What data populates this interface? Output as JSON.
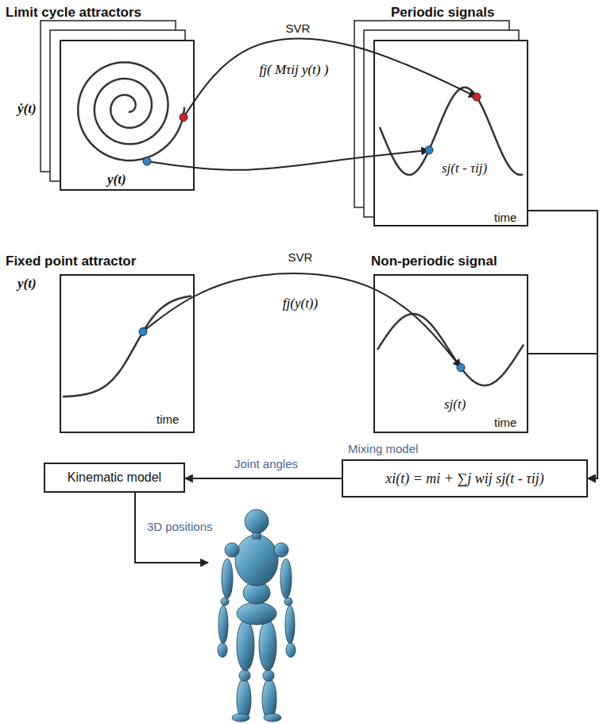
{
  "diagram": {
    "nodes": [
      {
        "text": [
          "Limit cycle attractors",
          "ẏ(t)",
          "y(t)"
        ]
      },
      {
        "text": [
          "Periodic signals",
          "sj(t - τij)",
          "time"
        ]
      },
      {
        "text": [
          "Fixed point attractor",
          "y(t)",
          "time"
        ]
      },
      {
        "text": [
          "Non-periodic signal",
          "sj(t)",
          "time"
        ]
      },
      {
        "text": [
          "Mixing model",
          "xi(t) = mi + ∑j wij sj(t - τij)"
        ]
      },
      {
        "text": [
          "Kinematic model"
        ]
      }
    ],
    "edges": [
      {
        "from": 0,
        "to": 1,
        "arrow": "to",
        "label": "SVR"
      },
      {
        "from": 0,
        "to": 1,
        "arrow": "to"
      },
      {
        "from": 2,
        "to": 3,
        "arrow": "to",
        "label": "SVR"
      },
      {
        "from": 1,
        "to": 4,
        "arrow": "to"
      },
      {
        "from": 3,
        "to": 4,
        "arrow": "to"
      },
      {
        "from": 4,
        "to": 5,
        "arrow": "to",
        "label": "Joint angles"
      }
    ],
    "labels": [
      "fj( Mτij y(t) )",
      "fj(y(t))",
      "3D positions"
    ]
  }
}
